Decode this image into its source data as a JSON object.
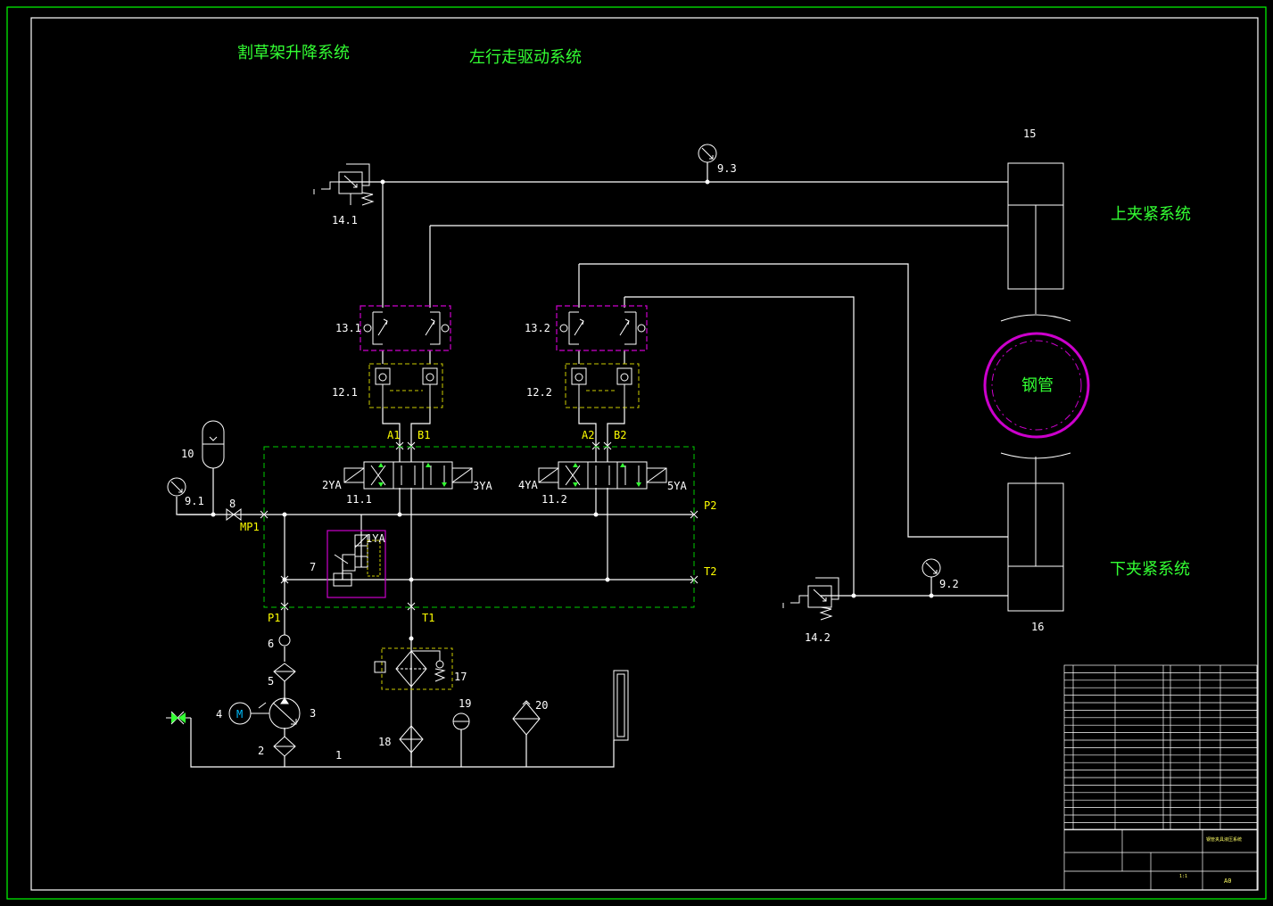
{
  "titles": {
    "mower_lift": "割草架升降系统",
    "left_drive": "左行走驱动系统",
    "upper_clamp": "上夹紧系统",
    "lower_clamp": "下夹紧系统",
    "steel_pipe": "钢管"
  },
  "labels": {
    "l1": "1",
    "l2": "2",
    "l3": "3",
    "l4": "4",
    "l5": "5",
    "l6": "6",
    "l7": "7",
    "l8": "8",
    "l9_1": "9.1",
    "l9_2": "9.2",
    "l9_3": "9.3",
    "l10": "10",
    "l11_1": "11.1",
    "l11_2": "11.2",
    "l12_1": "12.1",
    "l12_2": "12.2",
    "l13_1": "13.1",
    "l13_2": "13.2",
    "l14_1": "14.1",
    "l14_2": "14.2",
    "l15": "15",
    "l16": "16",
    "l17": "17",
    "l18": "18",
    "l19": "19",
    "l20": "20",
    "motor": "M"
  },
  "ports": {
    "A1": "A1",
    "B1": "B1",
    "A2": "A2",
    "B2": "B2",
    "P1": "P1",
    "T1": "T1",
    "P2": "P2",
    "T2": "T2",
    "MP1": "MP1"
  },
  "solenoids": {
    "s1": "1YA",
    "s2": "2YA",
    "s3": "3YA",
    "s4": "4YA",
    "s5": "5YA"
  },
  "title_block": {
    "drawing_title": "钢管夹具液压系统",
    "sheet": "A0",
    "scale": "1:1"
  },
  "colors": {
    "line": "#ffffff",
    "frame": "#00ff00",
    "valve_frame": "#00cc00",
    "check_block": "#cc00cc",
    "lock_block": "#cccc00",
    "text_green": "#33ff33",
    "port_text": "#ffff00",
    "pipe": "#cc00cc"
  }
}
